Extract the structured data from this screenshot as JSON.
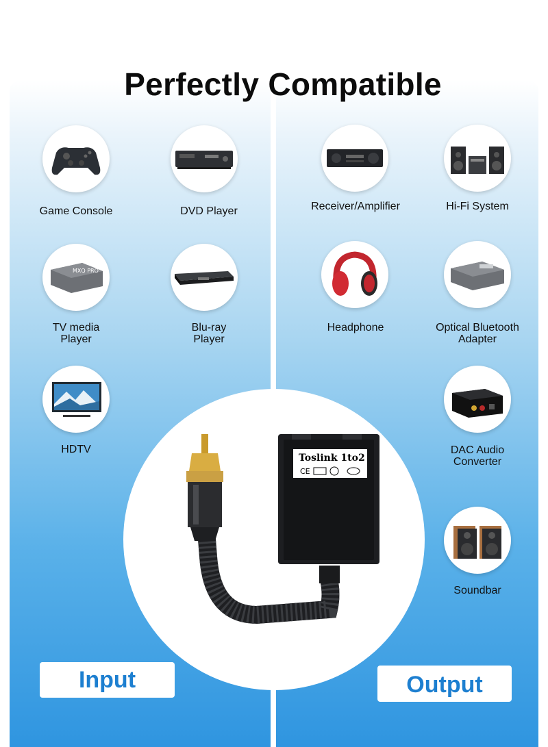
{
  "title": "Perfectly Compatible",
  "devices": {
    "game_console": "Game Console",
    "dvd_player": "DVD Player",
    "tv_media_player": "TV media\nPlayer",
    "bluray_player": "Blu-ray\nPlayer",
    "hdtv": "HDTV",
    "receiver_amplifier": "Receiver/Amplifier",
    "hifi_system": "Hi-Fi System",
    "headphone": "Headphone",
    "optical_bluetooth_adapter": "Optical Bluetooth\nAdapter",
    "dac_audio_converter": "DAC Audio\nConverter",
    "soundbar": "Soundbar"
  },
  "product": {
    "label": "Toslink 1to2",
    "marks": "CE",
    "tv_box_brand": "MXQ PRO"
  },
  "input_label": "Input",
  "output_label": "Output",
  "colors": {
    "accent_blue": "#1d7fd0",
    "panel_bottom": "#2f95e0"
  }
}
